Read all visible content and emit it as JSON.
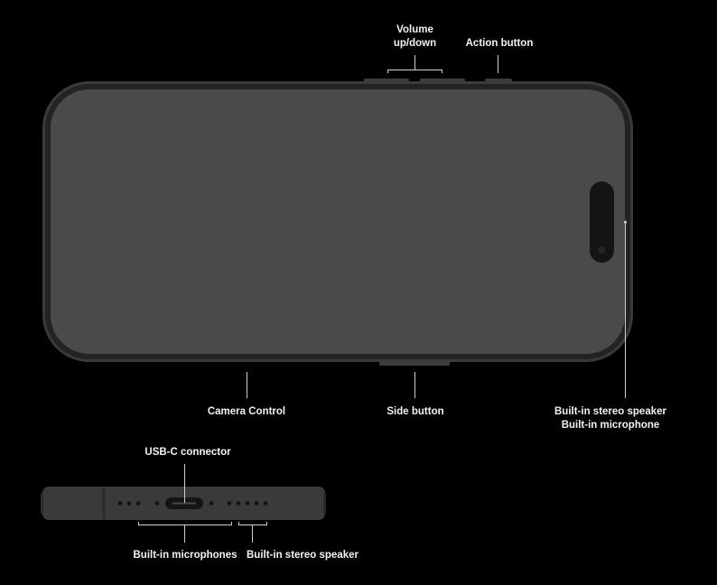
{
  "labels": {
    "volume_line1": "Volume",
    "volume_line2": "up/down",
    "action_button": "Action button",
    "camera_control": "Camera Control",
    "side_button": "Side button",
    "speaker_mic_line1": "Built-in stereo speaker",
    "speaker_mic_line2": "Built-in microphone",
    "usb_c": "USB-C connector",
    "bottom_mics": "Built-in microphones",
    "bottom_speaker": "Built-in stereo speaker"
  },
  "colors": {
    "background": "#000000",
    "frame": "#3a3a3c",
    "screen": "#4a4a4d",
    "island": "#141414",
    "label": "#f2f2f2",
    "leader": "#cfcfcf"
  }
}
